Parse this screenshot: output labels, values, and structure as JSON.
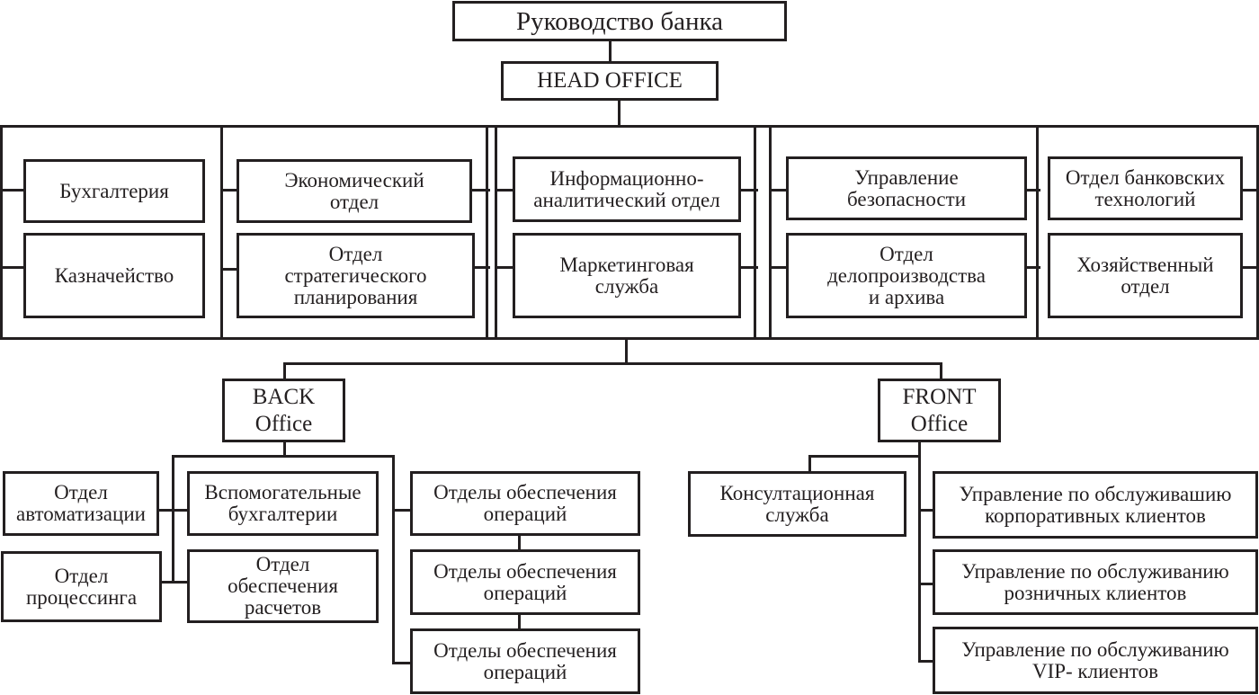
{
  "diagram": {
    "line_color": "#231f20",
    "background": "#ffffff",
    "top": {
      "management": "Руководство банка",
      "head_office": "HEAD OFFICE"
    },
    "departments": {
      "accounting": "Бухгалтерия",
      "treasury": "Казначейство",
      "economic": "Экономический\nотдел",
      "strategic_planning": "Отдел\nстратегического\nпланирования",
      "info_analytics": "Информационно-\nаналитический отдел",
      "marketing": "Маркетинговая\nслужба",
      "security": "Управление\nбезопасности",
      "records_archive": "Отдел\nделопроизводства\nи архива",
      "bank_tech": "Отдел банковских\nтехнологий",
      "maintenance": "Хозяйственный\nотдел"
    },
    "back_office": {
      "title": "BACK\nOffice",
      "automation": "Отдел\nавтоматизации",
      "processing": "Отдел\nпроцессинга",
      "aux_accounting": "Вспомогательные\nбухгалтерии",
      "settlements": "Отдел\nобеспечения\nрасчетов",
      "operations_1": "Отделы обеспечения\nопераций",
      "operations_2": "Отделы обеспечения\nопераций",
      "operations_3": "Отделы обеспечения\nопераций"
    },
    "front_office": {
      "title": "FRONT\nOffice",
      "consulting": "Консултационная\nслужба",
      "corporate": "Управление по обслуживашию\nкорпоративных клиентов",
      "retail": "Управление по обслуживанию\nрозничных клиентов",
      "vip": "Управление по обслуживанию\nVIP- клиентов"
    }
  }
}
